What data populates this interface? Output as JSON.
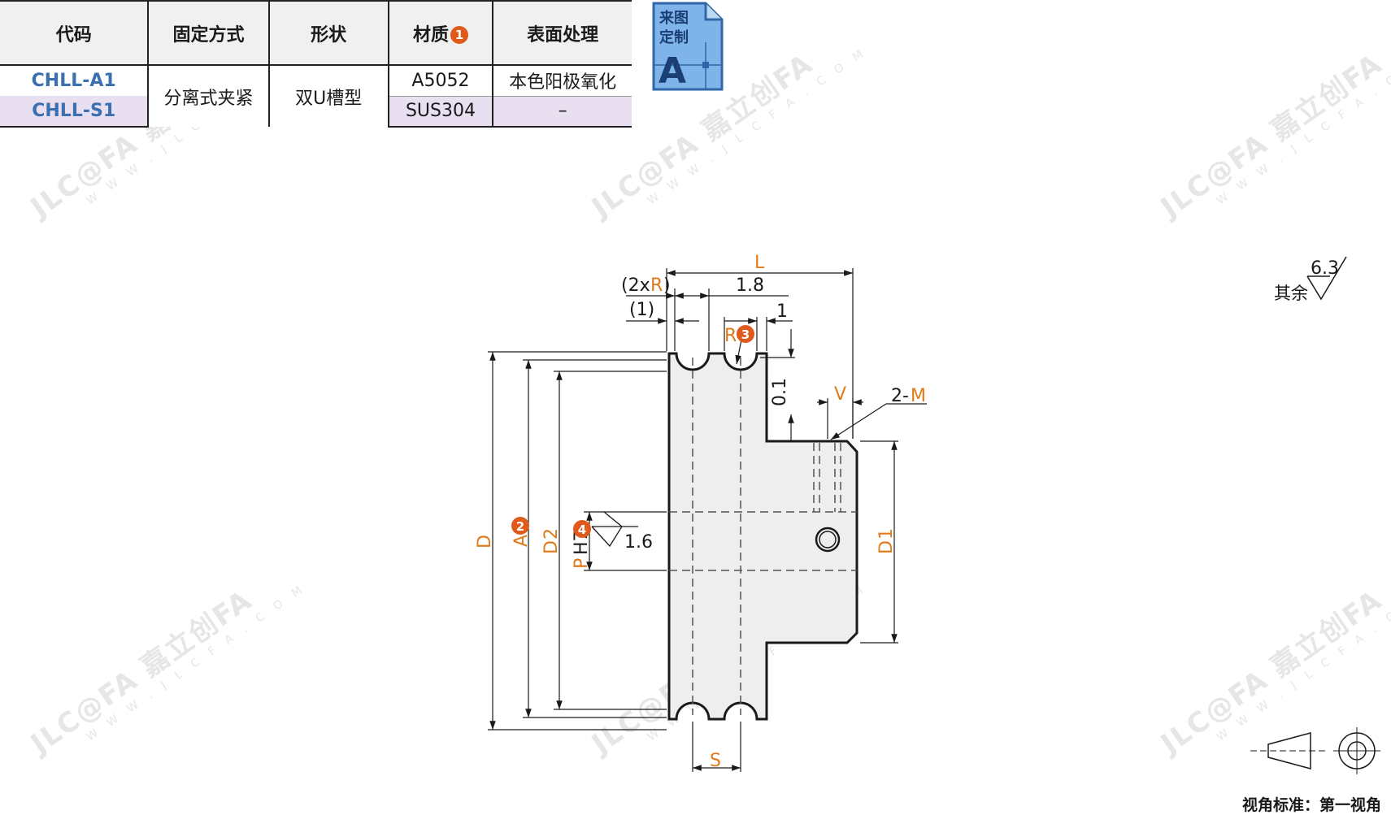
{
  "watermark": {
    "brand": "JLC@FA 嘉立创FA",
    "domain": "W W W . J L C F A . C O M"
  },
  "table": {
    "headers": [
      "代码",
      "固定方式",
      "形状",
      "材质",
      "表面处理"
    ],
    "material_badge": "1",
    "rows": [
      {
        "code": "CHLL-A1",
        "material": "A5052",
        "surface": "本色阳极氧化"
      },
      {
        "code": "CHLL-S1",
        "material": "SUS304",
        "surface": "–"
      }
    ],
    "fixing": "分离式夹紧",
    "shape": "双U槽型"
  },
  "custom_badge": {
    "line1": "来图",
    "line2": "定制",
    "letter": "A"
  },
  "drawing": {
    "labels": {
      "L": "L",
      "two_x": "(2x",
      "R": "R",
      "paren_close": ")",
      "dim_1_8": "1.8",
      "paren_1": "(1)",
      "dim_1": "1",
      "R3": "R",
      "dim_0_1": "0.1",
      "V": "V",
      "two_M_prefix": "2-",
      "M": "M",
      "D": "D",
      "A": "A",
      "D2": "D",
      "D2_sub": "2",
      "P": "P",
      "H7": "H7",
      "D1": "D",
      "D1_sub": "1",
      "S": "S",
      "rough_1_6": "1.6",
      "rough_6_3": "6.3"
    },
    "badges": {
      "A": "2",
      "R": "3",
      "P": "4"
    }
  },
  "rest_label": "其余",
  "footer": "视角标准：第一视角",
  "colors": {
    "accent_orange": "#e07a1a",
    "badge_red": "#e05a1b",
    "code_blue": "#3a6fb0",
    "row_purple": "#e8dff0"
  }
}
